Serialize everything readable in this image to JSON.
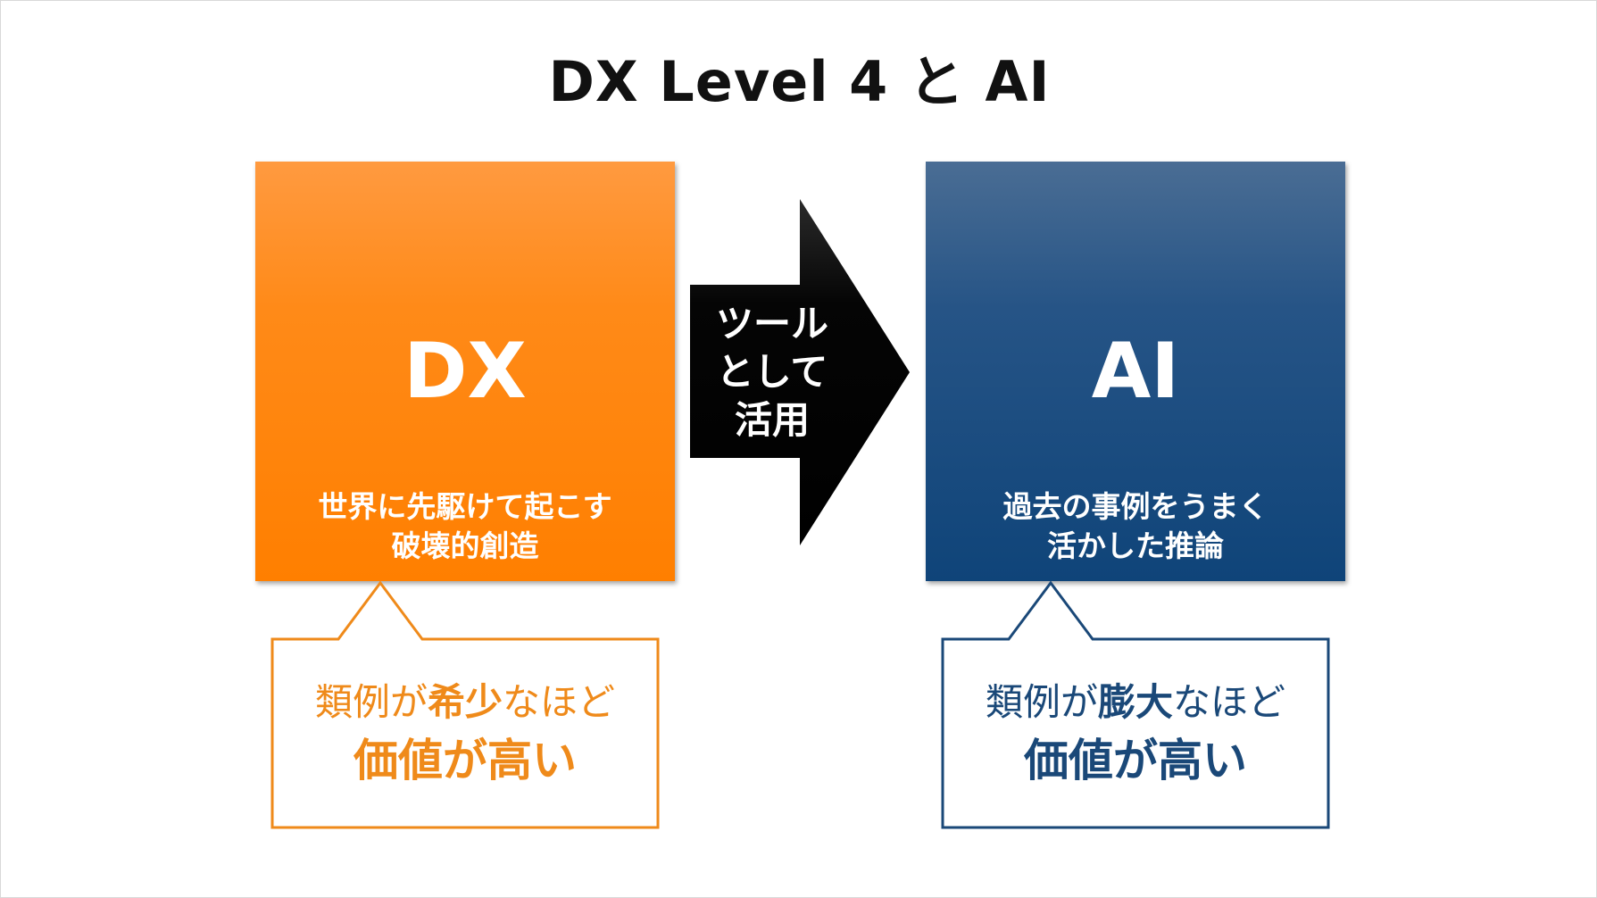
{
  "slide": {
    "title": "DX Level 4 と AI"
  },
  "dx": {
    "heading": "DX",
    "subtitle_line1": "世界に先駆けて起こす",
    "subtitle_line2": "破壊的創造",
    "callout": {
      "line1_pre": "類例が",
      "line1_emph": "希少",
      "line1_post": "なほど",
      "line2": "価値が高い"
    }
  },
  "arrow": {
    "line1": "ツール",
    "line2": "として",
    "line3": "活用"
  },
  "ai": {
    "heading": "AI",
    "subtitle_line1": "過去の事例をうまく",
    "subtitle_line2": "活かした推論",
    "callout": {
      "line1_pre": "類例が",
      "line1_emph": "膨大",
      "line1_post": "なほど",
      "line2": "価値が高い"
    }
  },
  "colors": {
    "dx_orange": "#ff7f00",
    "ai_blue": "#0f4479",
    "arrow_black": "#000000",
    "callout_orange_text": "#ef8a1a",
    "callout_blue_text": "#1a4878"
  }
}
